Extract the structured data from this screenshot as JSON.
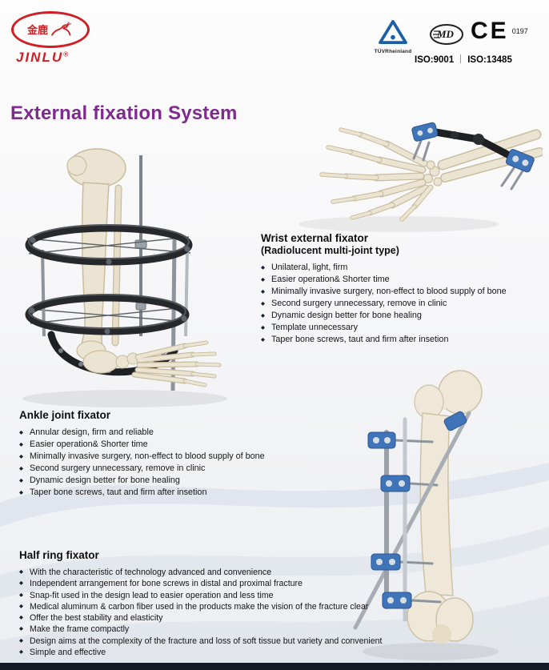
{
  "brand": {
    "logo_cn": "金鹿",
    "logo_en": "JINLU",
    "registered_mark": "®"
  },
  "certs": {
    "tuv_label": "TÜVRheinland",
    "md_label": "MD",
    "ce_label": "CE",
    "ce_number": "0197",
    "iso_9001": "ISO:9001",
    "iso_13485": "ISO:13485"
  },
  "page_title": "External fixation System",
  "sections": {
    "wrist": {
      "title": "Wrist external fixator",
      "subtitle": "(Radiolucent multi-joint type)",
      "bullets": [
        "Unilateral, light, firm",
        "Easier operation& Shorter time",
        "Minimally invasive surgery, non-effect to blood supply of bone",
        "Second surgery unnecessary, remove in clinic",
        "Dynamic design better for bone healing",
        "Template unnecessary",
        "Taper bone screws, taut and firm after insetion"
      ]
    },
    "ankle": {
      "title": "Ankle joint fixator",
      "bullets": [
        "Annular design, firm and reliable",
        "Easier operation& Shorter time",
        "Minimally invasive surgery, non-effect to blood supply of bone",
        "Second surgery unnecessary, remove in clinic",
        "Dynamic design better for bone healing",
        "Taper bone screws, taut and firm after insetion"
      ]
    },
    "half_ring": {
      "title": "Half ring fixator",
      "bullets": [
        "With the characteristic of technology advanced and convenience",
        "Independent arrangement for bone screws in distal and proximal fracture",
        "Snap-fit used in the design lead to easier operation and less time",
        "Medical aluminum & carbon fiber used in the products make the vision of the fracture clear",
        "Offer the best stability and elasticity",
        "Make the frame compactly",
        "Design aims at the complexity of the fracture and loss of soft tissue but variety and convenient",
        "Simple and effective"
      ]
    }
  },
  "illustrations": {
    "wrist_image": "skeleton-hand-with-unilateral-external-fixator",
    "ankle_image": "lower-leg-bones-with-ring-external-fixator",
    "half_ring_image": "femur-bone-with-half-ring-external-fixator"
  },
  "colors": {
    "title_purple": "#7d2b8c",
    "brand_red": "#cf1f25",
    "clamp_blue": "#3f74b8",
    "tuv_blue": "#1b5fa8",
    "footer_bar": "#151b25",
    "bone_ivory": "#ece4d2"
  }
}
